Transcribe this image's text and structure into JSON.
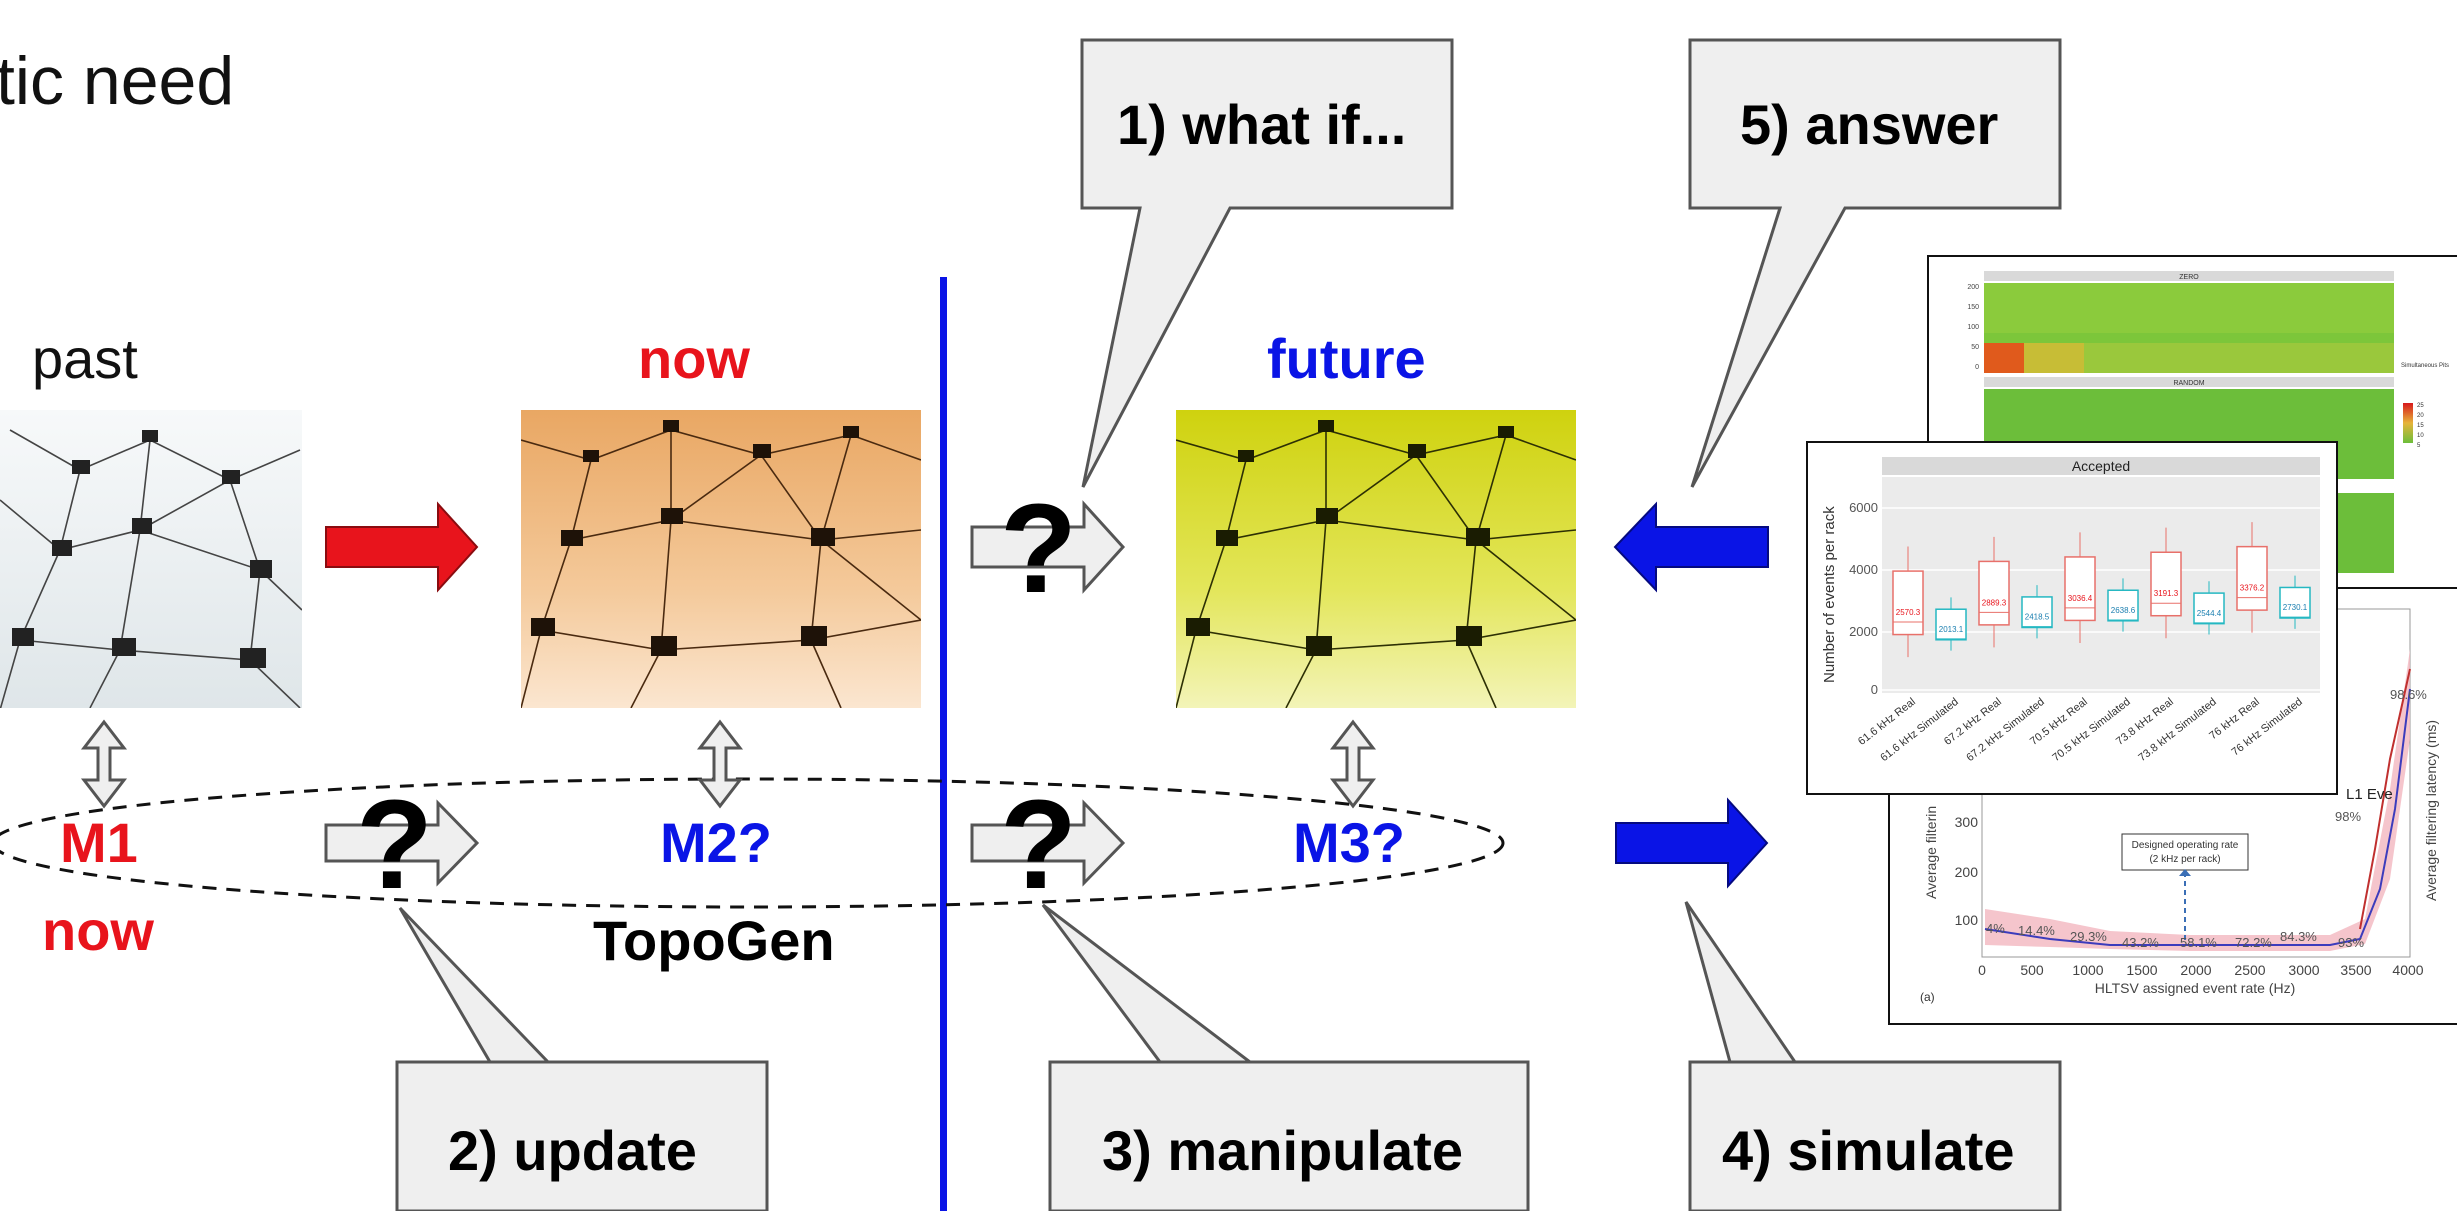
{
  "slide": {
    "title_fragment": "tic need"
  },
  "timeline": {
    "past": "past",
    "now": "now",
    "future": "future"
  },
  "models": {
    "m1": "M1",
    "m1_sub": "now",
    "m2": "M2?",
    "m2_sub": "TopoGen",
    "m3": "M3?"
  },
  "question_mark": "?",
  "callouts": {
    "what_if": "1) what if...",
    "update": "2) update",
    "manipulate": "3) manipulate",
    "simulate": "4) simulate",
    "answer": "5) answer"
  },
  "colors": {
    "red": "#e8141c",
    "blue": "#0a14e6",
    "callout_fill": "#efefef",
    "callout_stroke": "#555555"
  },
  "figures": {
    "heatmap": {
      "panel_top": "ZERO",
      "panel_mid": "RANDOM",
      "legend_title": "Simultaneous\nPits",
      "legend_values": [
        "25",
        "20",
        "15",
        "10",
        "5"
      ],
      "y_ticks": [
        "200",
        "150",
        "100",
        "50",
        "0"
      ]
    },
    "boxplot": {
      "title": "Accepted",
      "ylabel": "Number of events per rack",
      "y_ticks": [
        "6000",
        "4000",
        "2000",
        "0"
      ],
      "categories": [
        "61.6 kHz Real",
        "61.6 kHz Simulated",
        "67.2 kHz Real",
        "67.2 kHz Simulated",
        "70.5 kHz Real",
        "70.5 kHz Simulated",
        "73.8 kHz Real",
        "73.8 kHz Simulated",
        "76 kHz Real",
        "76 kHz Simulated"
      ],
      "medians": [
        "2570.3",
        "2013.1",
        "2889.3",
        "2418.5",
        "3036.4",
        "2638.6",
        "3191.3",
        "2544.4",
        "3376.2",
        "2730.1"
      ]
    },
    "latency": {
      "ylabel_left": "Average filterin",
      "ylabel_right": "Average filtering latency (ms)",
      "xlabel": "HLTSV assigned event rate (Hz)",
      "x_ticks": [
        "0",
        "500",
        "1000",
        "1500",
        "2000",
        "2500",
        "3000",
        "3500",
        "4000"
      ],
      "y_ticks": [
        "300",
        "200",
        "100"
      ],
      "point_labels": [
        "4%",
        "14.4%",
        "29.3%",
        "43.2%",
        "58.1%",
        "72.2%",
        "84.3%",
        "93%",
        "98%",
        "98.6%"
      ],
      "annotation": "Designed operating rate\n(2 kHz per rack)",
      "panel_label": "(a)",
      "legend_fragment": "L1 Eve"
    }
  }
}
